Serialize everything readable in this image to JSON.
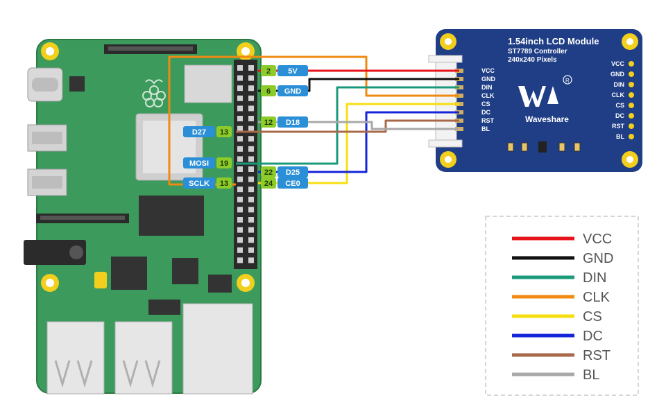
{
  "lcd": {
    "title": "1.54inch LCD Module",
    "controller": "ST7789 Controller",
    "resolution": "240x240 Pixels",
    "brand": "Waveshare",
    "connector_pins": [
      "VCC",
      "GND",
      "DIN",
      "CLK",
      "CS",
      "DC",
      "RST",
      "BL"
    ],
    "side_pins": [
      "VCC",
      "GND",
      "DIN",
      "CLK",
      "CS",
      "DC",
      "RST",
      "BL"
    ]
  },
  "gpio_labels": {
    "d27": {
      "pin": "13",
      "name": "D27"
    },
    "mosi": {
      "pin": "19",
      "name": "MOSI"
    },
    "sclk": {
      "pin": "13",
      "name": "SCLK"
    },
    "vcc": {
      "pin": "2",
      "name": "5V"
    },
    "gnd": {
      "pin": "6",
      "name": "GND"
    },
    "d18": {
      "pin": "12",
      "name": "D18"
    },
    "d25": {
      "pin": "22",
      "name": "D25"
    },
    "ce0": {
      "pin": "24",
      "name": "CE0"
    }
  },
  "legend": [
    {
      "label": "VCC",
      "color": "#e8141b"
    },
    {
      "label": "GND",
      "color": "#111111"
    },
    {
      "label": "DIN",
      "color": "#1a9a7a"
    },
    {
      "label": "CLK",
      "color": "#f08a12"
    },
    {
      "label": "CS",
      "color": "#f7df0f"
    },
    {
      "label": "DC",
      "color": "#1424d8"
    },
    {
      "label": "RST",
      "color": "#a8694a"
    },
    {
      "label": "BL",
      "color": "#a8a8a8"
    }
  ],
  "colors": {
    "board": "#3c9a5c",
    "board_dark": "#2f7f4a",
    "lcd_board": "#1f3e86",
    "mount_hole": "#f2cf1c",
    "label_blue": "#2a8fd6",
    "label_green": "#8ccb2a"
  }
}
